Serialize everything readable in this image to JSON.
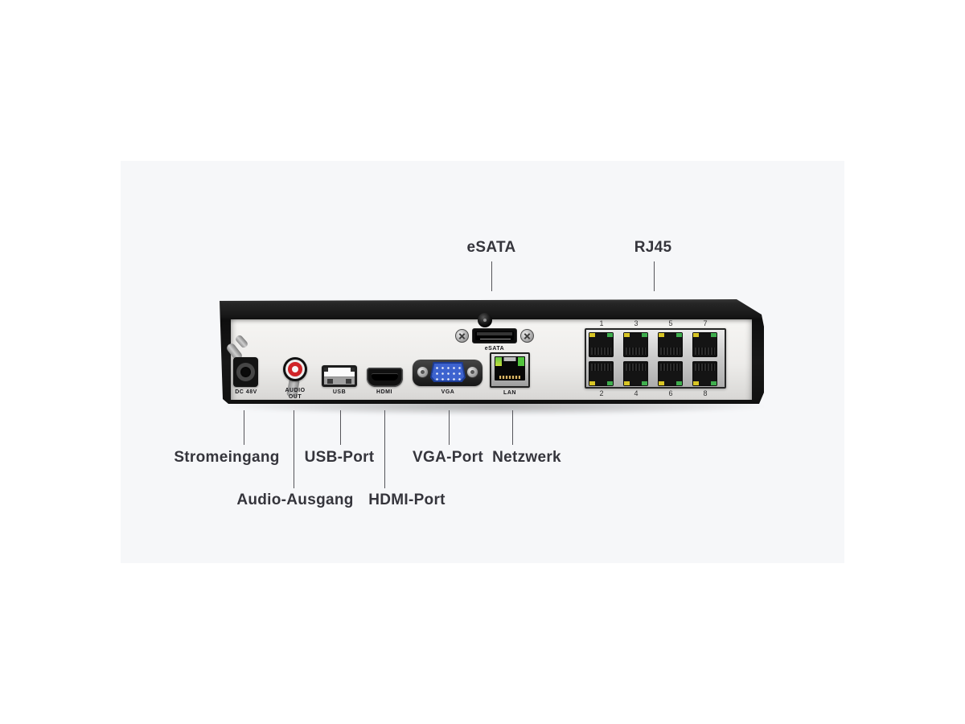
{
  "callouts": {
    "esata": "eSATA",
    "rj45": "RJ45",
    "stromeingang": "Stromeingang",
    "usb_port": "USB-Port",
    "vga_port": "VGA-Port",
    "netzwerk": "Netzwerk",
    "audio_ausgang": "Audio-Ausgang",
    "hdmi_port": "HDMI-Port"
  },
  "device": {
    "dc_label": "DC 48V",
    "audio_label_1": "AUDIO",
    "audio_label_2": "OUT",
    "usb_label": "USB",
    "hdmi_label": "HDMI",
    "vga_label": "VGA",
    "esata_label": "eSATA",
    "lan_label": "LAN",
    "rj45_top_numbers": [
      "1",
      "3",
      "5",
      "7"
    ],
    "rj45_bottom_numbers": [
      "2",
      "4",
      "6",
      "8"
    ]
  },
  "colors": {
    "stage_background": "#f6f7f9",
    "page_background": "#ffffff",
    "chassis_black": "#161616",
    "face_gray": "#edecea",
    "accent_red": "#d02428",
    "vga_blue": "#3d63cf",
    "led_green": "#3fae4e",
    "led_yellow": "#d8c525",
    "callout_text": "#35353c"
  }
}
